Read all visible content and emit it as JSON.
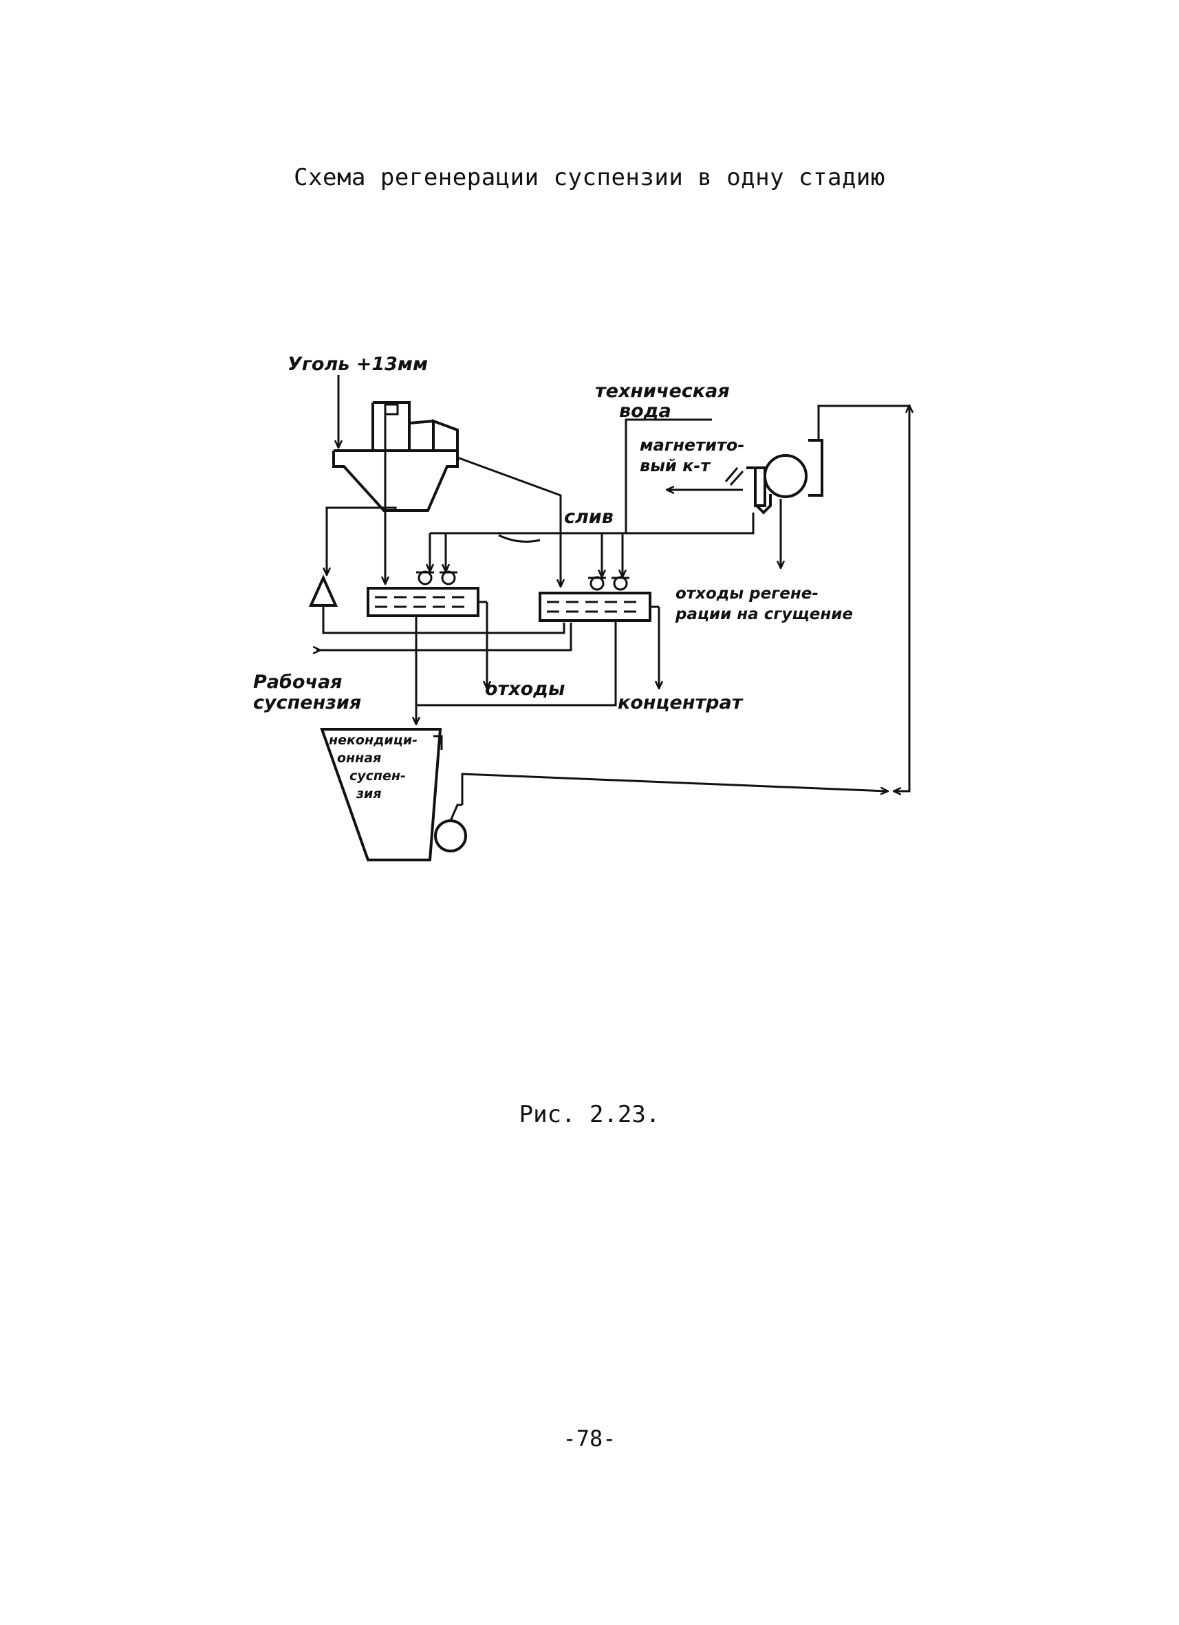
{
  "title": "Схема регенерации суспензии в одну стадию",
  "caption": "Рис. 2.23.",
  "page_number": "-78-",
  "labels": {
    "coal": "Уголь +13мм",
    "tech_water_1": "техническая",
    "tech_water_2": "вода",
    "magnetite_1": "магнетито-",
    "magnetite_2": "вый к-т",
    "drain": "слив",
    "regen_waste_1": "отходы регене-",
    "regen_waste_2": "рации на сгущение",
    "working_susp_1": "Рабочая",
    "working_susp_2": "суспензия",
    "waste": "отходы",
    "concentrate": "концентрат",
    "noncond_1": "некондици-",
    "noncond_2": "онная",
    "noncond_3": "суспен-",
    "noncond_4": "зия"
  }
}
